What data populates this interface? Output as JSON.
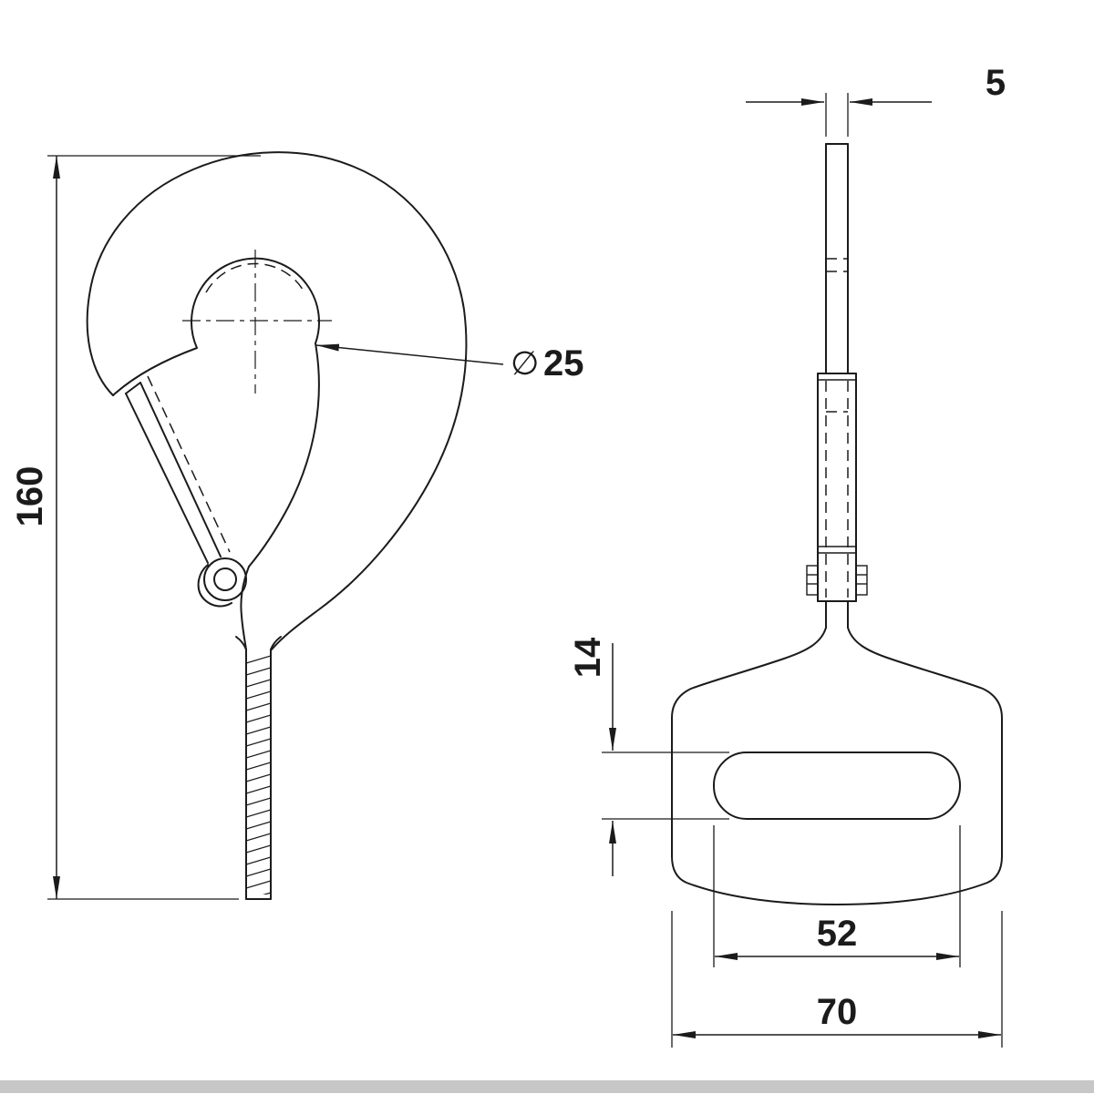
{
  "app": {
    "background_color": "#ffffff",
    "line_color": "#1b1b1b",
    "divider_color": "#c7c7c7"
  },
  "drawing": {
    "dimensions": {
      "overall_height": "160",
      "eye_diameter_symbol": "∅",
      "eye_diameter": "25",
      "stem_thickness": "5",
      "slot_height": "14",
      "slot_width": "52",
      "body_width": "70"
    }
  }
}
